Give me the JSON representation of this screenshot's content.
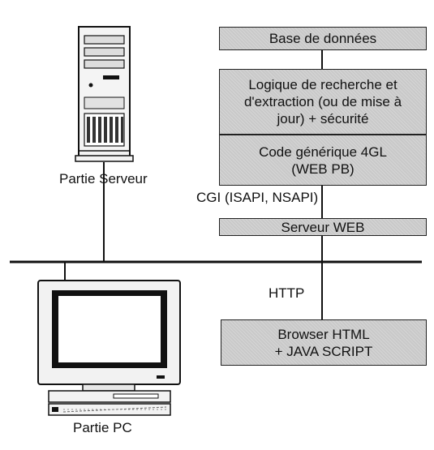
{
  "boxes": {
    "database": "Base de données",
    "search_logic": "Logique de recherche et\nd'extraction (ou de mise à\njour) + sécurité",
    "generic_code": "Code générique 4GL\n(WEB PB)",
    "web_server": "Serveur WEB",
    "browser": "Browser HTML\n+ JAVA SCRIPT"
  },
  "labels": {
    "server_part": "Partie Serveur",
    "pc_part": "Partie PC",
    "cgi": "CGI (ISAPI, NSAPI)",
    "http": "HTTP"
  },
  "icons": {
    "server": "server-tower-icon",
    "pc": "desktop-computer-icon"
  },
  "colors": {
    "box_fill": "#c9c9c9",
    "line": "#111111"
  }
}
